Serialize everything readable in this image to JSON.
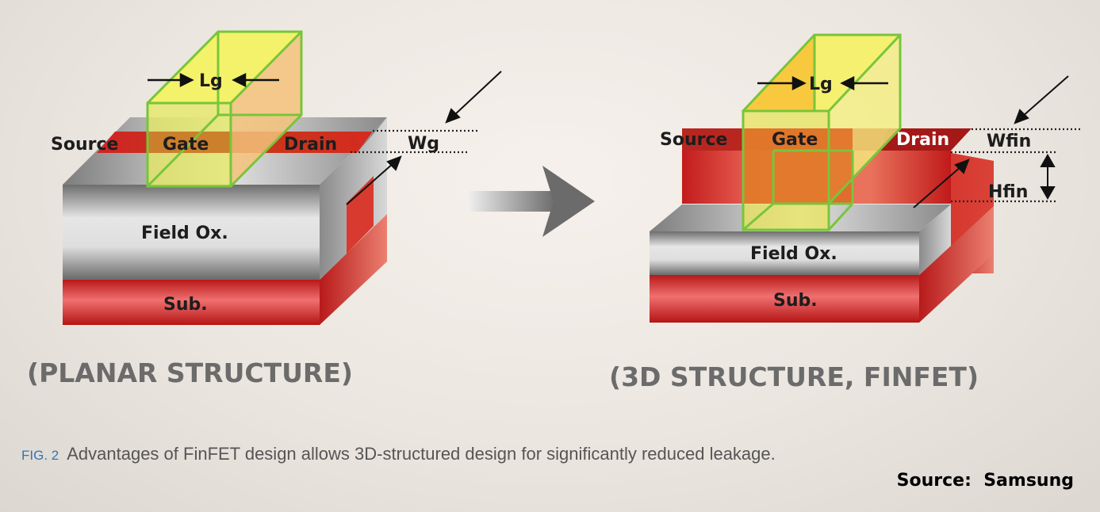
{
  "planar": {
    "title": "(PLANAR STRUCTURE)",
    "source_label": "Source",
    "gate_label": "Gate",
    "drain_label": "Drain",
    "lg_label": "Lg",
    "wg_label": "Wg",
    "field_ox_label": "Field Ox.",
    "sub_label": "Sub."
  },
  "finfet": {
    "title": "(3D STRUCTURE, FINFET)",
    "source_label": "Source",
    "gate_label": "Gate",
    "drain_label": "Drain",
    "lg_label": "Lg",
    "wfin_label": "Wfin",
    "hfin_label": "Hfin",
    "field_ox_label": "Field Ox.",
    "sub_label": "Sub."
  },
  "caption": {
    "fig_label": "FIG. 2",
    "text": "Advantages of FinFET design allows 3D-structured design for significantly reduced leakage."
  },
  "source_credit": "Source:  Samsung",
  "colors": {
    "substrate_red": "#cc2020",
    "field_oxide_gray": "#9a9a9a",
    "gate_yellow": "#e8f060",
    "gate_edge_green": "#7cc43a",
    "channel_orange": "#e07a28",
    "caption_blue": "#2f76b5"
  }
}
